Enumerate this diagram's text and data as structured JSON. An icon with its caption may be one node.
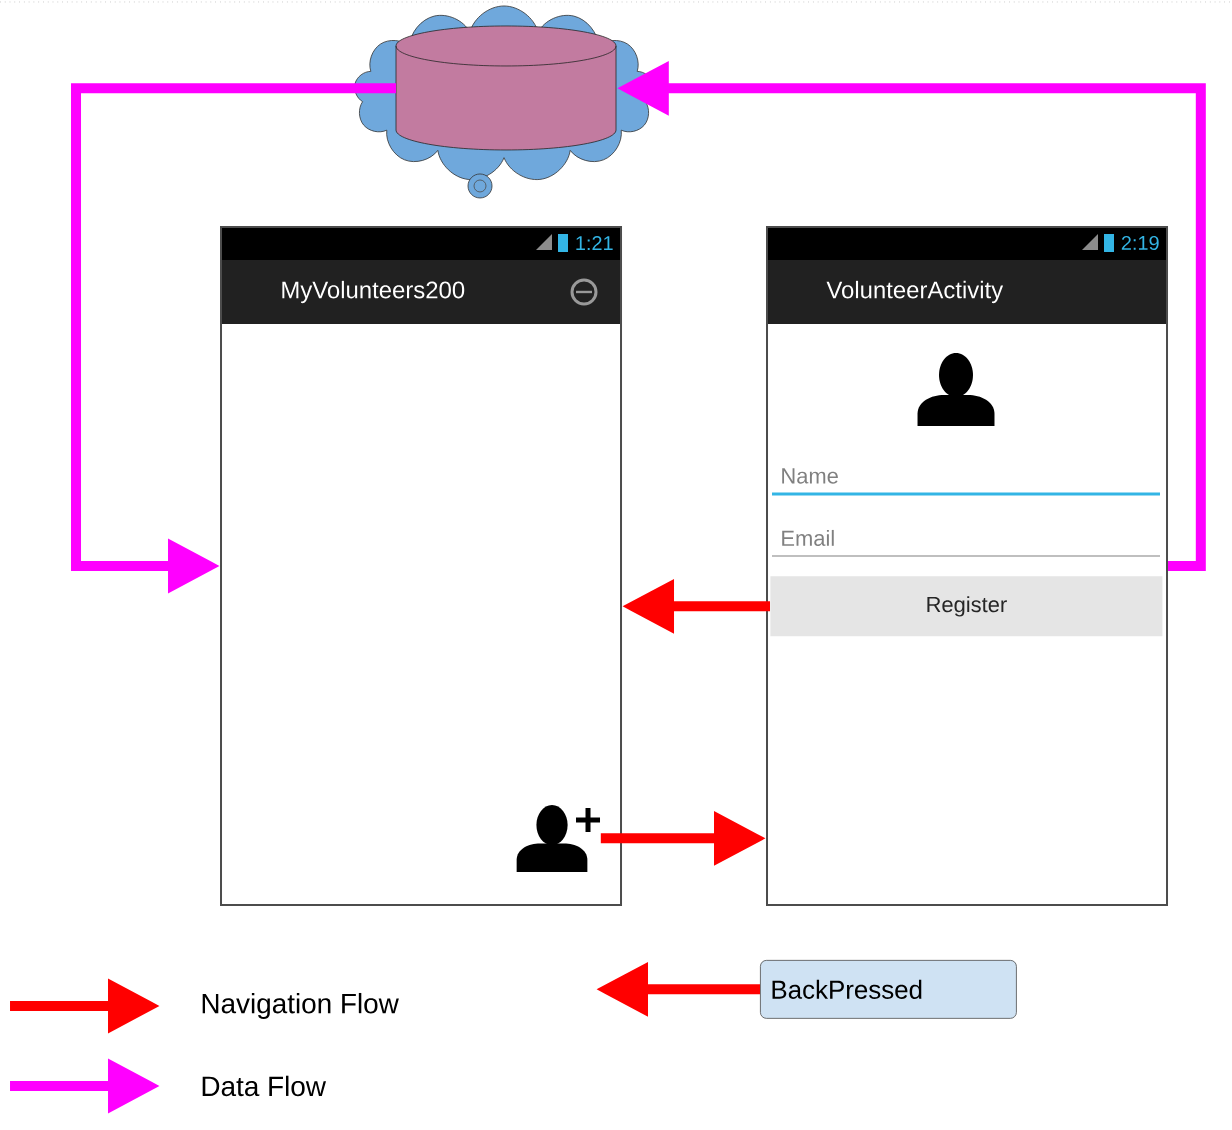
{
  "diagram": {
    "nodes": [
      {
        "text": [],
        "shape": "cloud"
      },
      {
        "text": [],
        "shape": "cylinder",
        "in": 0
      },
      {
        "text": [
          "1:21",
          "MyVolunteers200"
        ]
      },
      {
        "text": [],
        "shape": "person",
        "in": 2
      },
      {
        "text": [
          "2:19",
          "VolunteerActivity"
        ]
      },
      {
        "text": [
          "Name"
        ],
        "in": 4
      },
      {
        "text": [
          "Email"
        ],
        "in": 4
      },
      {
        "text": [
          "Register"
        ],
        "in": 4
      },
      {
        "text": [
          "BackPressed"
        ]
      }
    ],
    "edges": [
      {
        "from": 1,
        "to": 2,
        "arrow": "to",
        "color": "#ff00ff"
      },
      {
        "from": 4,
        "to": 1,
        "arrow": "to",
        "color": "#ff00ff"
      },
      {
        "from": 7,
        "to": 2,
        "arrow": "to"
      },
      {
        "from": 3,
        "to": 4,
        "arrow": "to"
      },
      {
        "from": 8,
        "to": null,
        "arrow": "to"
      }
    ],
    "legend": [
      {
        "text": "Navigation Flow"
      },
      {
        "text": "Data Flow"
      }
    ]
  }
}
